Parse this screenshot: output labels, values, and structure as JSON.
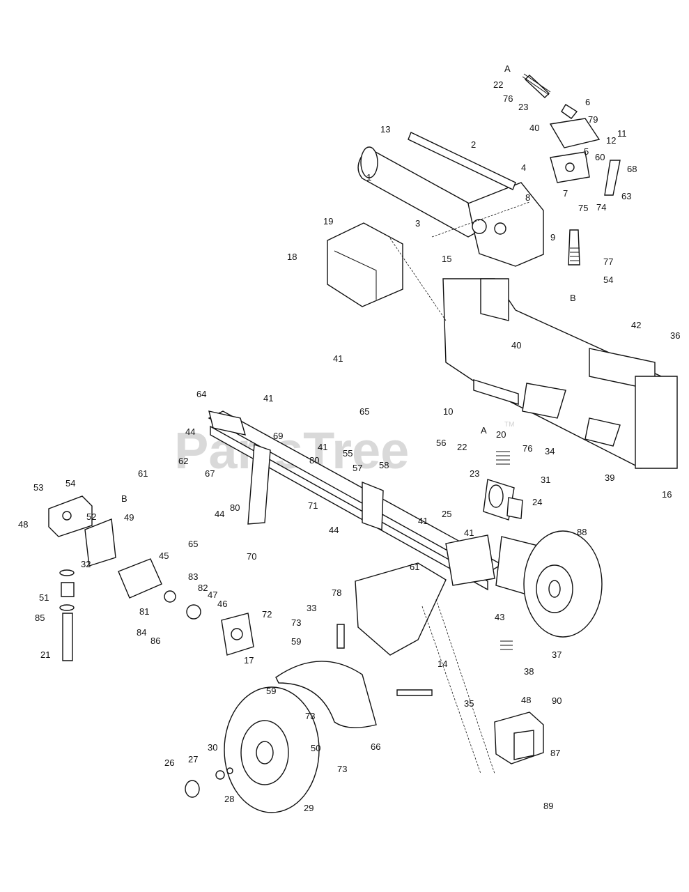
{
  "watermark": {
    "text": "PartsTree",
    "tm": "TM"
  },
  "callouts": [
    {
      "id": "A-top",
      "text": "A"
    },
    {
      "id": "22-top",
      "text": "22"
    },
    {
      "id": "76-top",
      "text": "76"
    },
    {
      "id": "23-top",
      "text": "23"
    },
    {
      "id": "6",
      "text": "6"
    },
    {
      "id": "79",
      "text": "79"
    },
    {
      "id": "40-top",
      "text": "40"
    },
    {
      "id": "11",
      "text": "11"
    },
    {
      "id": "12",
      "text": "12"
    },
    {
      "id": "13",
      "text": "13"
    },
    {
      "id": "2",
      "text": "2"
    },
    {
      "id": "5",
      "text": "5"
    },
    {
      "id": "60",
      "text": "60"
    },
    {
      "id": "68",
      "text": "68"
    },
    {
      "id": "4",
      "text": "4"
    },
    {
      "id": "1",
      "text": "1"
    },
    {
      "id": "7",
      "text": "7"
    },
    {
      "id": "63",
      "text": "63"
    },
    {
      "id": "74",
      "text": "74"
    },
    {
      "id": "75",
      "text": "75"
    },
    {
      "id": "8",
      "text": "8"
    },
    {
      "id": "3",
      "text": "3"
    },
    {
      "id": "9",
      "text": "9"
    },
    {
      "id": "19",
      "text": "19"
    },
    {
      "id": "15",
      "text": "15"
    },
    {
      "id": "77",
      "text": "77"
    },
    {
      "id": "18",
      "text": "18"
    },
    {
      "id": "54-top",
      "text": "54"
    },
    {
      "id": "B-top",
      "text": "B"
    },
    {
      "id": "42",
      "text": "42"
    },
    {
      "id": "36",
      "text": "36"
    },
    {
      "id": "40-mid",
      "text": "40"
    },
    {
      "id": "41-a",
      "text": "41"
    },
    {
      "id": "65-a",
      "text": "65"
    },
    {
      "id": "10",
      "text": "10"
    },
    {
      "id": "64",
      "text": "64"
    },
    {
      "id": "41-b",
      "text": "41"
    },
    {
      "id": "A-mid",
      "text": "A"
    },
    {
      "id": "20",
      "text": "20"
    },
    {
      "id": "44-a",
      "text": "44"
    },
    {
      "id": "69",
      "text": "69"
    },
    {
      "id": "41-c",
      "text": "41"
    },
    {
      "id": "56",
      "text": "56"
    },
    {
      "id": "22-mid",
      "text": "22"
    },
    {
      "id": "76-mid",
      "text": "76"
    },
    {
      "id": "34",
      "text": "34"
    },
    {
      "id": "80-a",
      "text": "80"
    },
    {
      "id": "55",
      "text": "55"
    },
    {
      "id": "62",
      "text": "62"
    },
    {
      "id": "57",
      "text": "57"
    },
    {
      "id": "58",
      "text": "58"
    },
    {
      "id": "61-a",
      "text": "61"
    },
    {
      "id": "67",
      "text": "67"
    },
    {
      "id": "23-mid",
      "text": "23"
    },
    {
      "id": "31",
      "text": "31"
    },
    {
      "id": "39",
      "text": "39"
    },
    {
      "id": "16",
      "text": "16"
    },
    {
      "id": "53",
      "text": "53"
    },
    {
      "id": "54-left",
      "text": "54"
    },
    {
      "id": "B-left",
      "text": "B"
    },
    {
      "id": "80-b",
      "text": "80"
    },
    {
      "id": "52",
      "text": "52"
    },
    {
      "id": "71",
      "text": "71"
    },
    {
      "id": "44-b",
      "text": "44"
    },
    {
      "id": "24",
      "text": "24"
    },
    {
      "id": "25",
      "text": "25"
    },
    {
      "id": "41-d",
      "text": "41"
    },
    {
      "id": "44-c",
      "text": "44"
    },
    {
      "id": "48-left",
      "text": "48"
    },
    {
      "id": "49",
      "text": "49"
    },
    {
      "id": "65-b",
      "text": "65"
    },
    {
      "id": "70",
      "text": "70"
    },
    {
      "id": "41-e",
      "text": "41"
    },
    {
      "id": "88",
      "text": "88"
    },
    {
      "id": "45",
      "text": "45"
    },
    {
      "id": "32",
      "text": "32"
    },
    {
      "id": "61-b",
      "text": "61"
    },
    {
      "id": "83",
      "text": "83"
    },
    {
      "id": "51",
      "text": "51"
    },
    {
      "id": "82",
      "text": "82"
    },
    {
      "id": "47",
      "text": "47"
    },
    {
      "id": "78",
      "text": "78"
    },
    {
      "id": "81",
      "text": "81"
    },
    {
      "id": "46",
      "text": "46"
    },
    {
      "id": "85",
      "text": "85"
    },
    {
      "id": "72",
      "text": "72"
    },
    {
      "id": "33",
      "text": "33"
    },
    {
      "id": "43",
      "text": "43"
    },
    {
      "id": "84",
      "text": "84"
    },
    {
      "id": "73-a",
      "text": "73"
    },
    {
      "id": "86",
      "text": "86"
    },
    {
      "id": "59-a",
      "text": "59"
    },
    {
      "id": "37",
      "text": "37"
    },
    {
      "id": "21",
      "text": "21"
    },
    {
      "id": "17",
      "text": "17"
    },
    {
      "id": "14",
      "text": "14"
    },
    {
      "id": "38",
      "text": "38"
    },
    {
      "id": "48-right",
      "text": "48"
    },
    {
      "id": "90",
      "text": "90"
    },
    {
      "id": "59-b",
      "text": "59"
    },
    {
      "id": "35",
      "text": "35"
    },
    {
      "id": "73-b",
      "text": "73"
    },
    {
      "id": "66",
      "text": "66"
    },
    {
      "id": "50",
      "text": "50"
    },
    {
      "id": "73-c",
      "text": "73"
    },
    {
      "id": "87",
      "text": "87"
    },
    {
      "id": "30",
      "text": "30"
    },
    {
      "id": "26",
      "text": "26"
    },
    {
      "id": "27",
      "text": "27"
    },
    {
      "id": "28",
      "text": "28"
    },
    {
      "id": "29",
      "text": "29"
    },
    {
      "id": "89",
      "text": "89"
    }
  ]
}
